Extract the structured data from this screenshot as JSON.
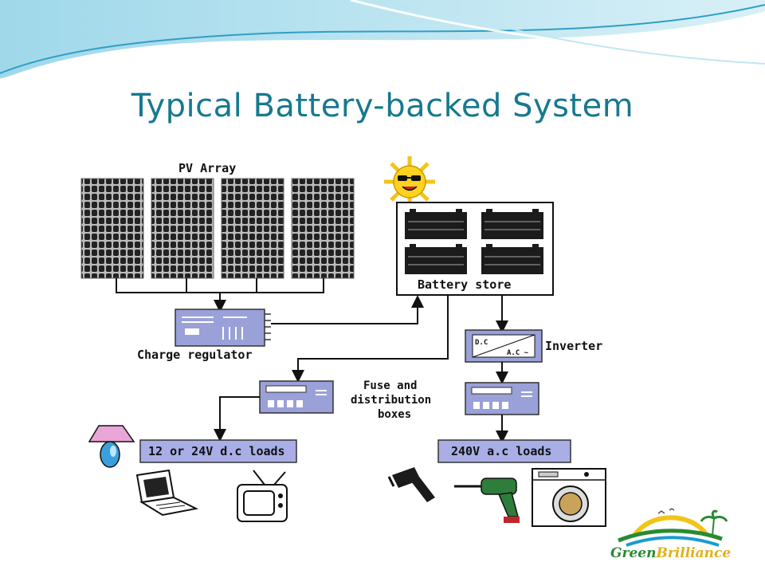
{
  "slide": {
    "title": "Typical Battery-backed System"
  },
  "diagram": {
    "pv_array_label": "PV Array",
    "battery_store_label": "Battery store",
    "charge_regulator_label": "Charge regulator",
    "inverter_label": "Inverter",
    "inverter_dc": "D.C",
    "inverter_ac": "A.C ~",
    "fuse_box_label": [
      "Fuse and",
      "distribution",
      "boxes"
    ],
    "dc_loads_label": "12 or 24V d.c loads",
    "ac_loads_label": "240V a.c loads"
  },
  "logo": {
    "part1": "Green",
    "part2": "Brilliance"
  },
  "colors": {
    "title": "#17798f",
    "load_box": "#a9aee6",
    "device_box": "#9aa0d8",
    "panel": "#333333",
    "logo_green": "#2a8a32",
    "logo_gold": "#e0b21a"
  }
}
